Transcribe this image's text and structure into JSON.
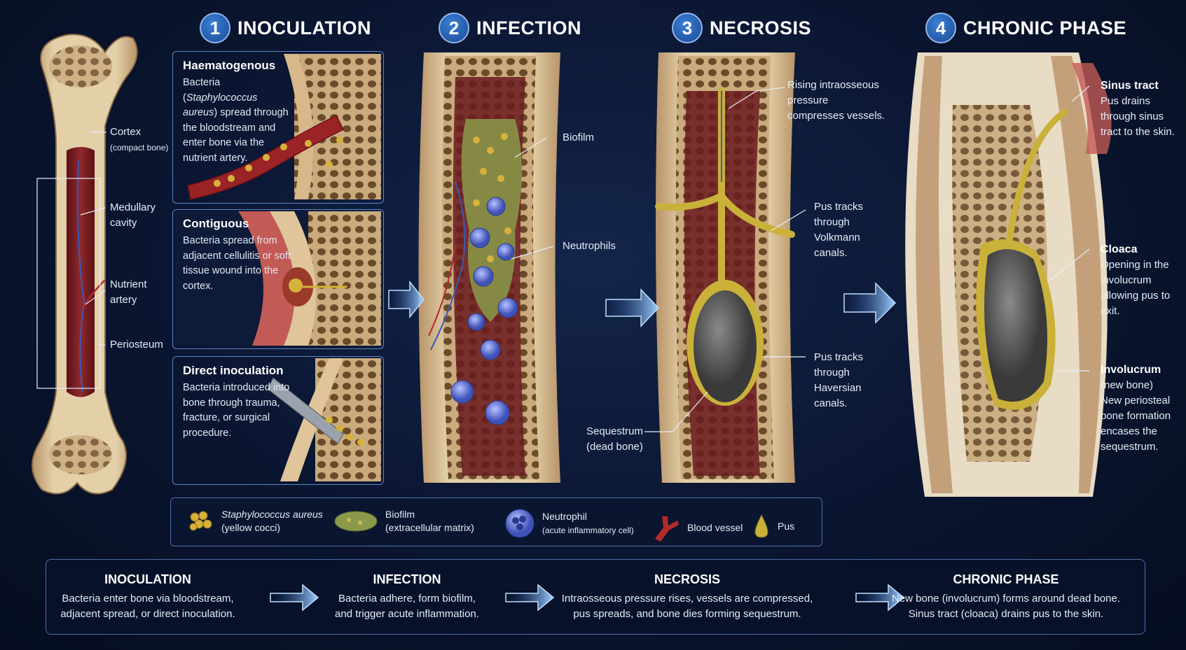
{
  "phases": [
    {
      "num": "1",
      "title": "INOCULATION"
    },
    {
      "num": "2",
      "title": "INFECTION"
    },
    {
      "num": "3",
      "title": "NECROSIS"
    },
    {
      "num": "4",
      "title": "CHRONIC PHASE"
    }
  ],
  "bone_labels": {
    "cortex": "Cortex",
    "cortex_sub": "(compact bone)",
    "medullary": "Medullary cavity",
    "nutrient": "Nutrient artery",
    "periosteum": "Periosteum"
  },
  "insets": [
    {
      "heading": "Haematogenous",
      "desc_prefix": "Bacteria (",
      "desc_italic": "Staphylococcus aureus",
      "desc_suffix": ") spread through the bloodstream and enter bone via the nutrient artery."
    },
    {
      "heading": "Contiguous",
      "desc": "Bacteria spread from adjacent cellulitis or soft tissue wound into the cortex."
    },
    {
      "heading": "Direct inoculation",
      "desc": "Bacteria introduced into bone through trauma, fracture, or surgical procedure."
    }
  ],
  "infection_labels": {
    "biofilm": "Biofilm",
    "neutrophils": "Neutrophils"
  },
  "necrosis_labels": {
    "pressure": "Rising intraosseous pressure compresses vessels.",
    "volkmann": "Pus tracks through Volkmann canals.",
    "haversian": "Pus tracks through Haversian canals.",
    "sequestrum": "Sequestrum (dead bone)"
  },
  "chronic_labels": {
    "sinus_title": "Sinus tract",
    "sinus_desc": "Pus drains through sinus tract to the skin.",
    "cloaca_title": "Cloaca",
    "cloaca_desc": "Opening in the involucrum allowing pus to exit.",
    "involucrum_title": "Involucrum",
    "involucrum_sub": "(new bone)",
    "involucrum_desc": "New periosteal bone formation encases the sequestrum."
  },
  "legend": [
    {
      "icon": "cocci-icon",
      "line1": "Staphylococcus aureus",
      "line2": "(yellow cocci)"
    },
    {
      "icon": "biofilm-icon",
      "line1": "Biofilm",
      "line2": "(extracellular matrix)"
    },
    {
      "icon": "neutrophil-icon",
      "line1": "Neutrophil",
      "line2": "(acute inflammatory cell)"
    },
    {
      "icon": "blood-vessel-icon",
      "line1": "Blood vessel",
      "line2": ""
    },
    {
      "icon": "pus-icon",
      "line1": "Pus",
      "line2": ""
    }
  ],
  "summary": [
    {
      "title": "INOCULATION",
      "line1": "Bacteria enter bone via bloodstream,",
      "line2": "adjacent spread, or direct inoculation."
    },
    {
      "title": "INFECTION",
      "line1": "Bacteria adhere, form biofilm,",
      "line2": "and trigger acute inflammation."
    },
    {
      "title": "NECROSIS",
      "line1": "Intraosseous pressure rises, vessels are compressed,",
      "line2": "pus spreads, and bone dies forming sequestrum."
    },
    {
      "title": "CHRONIC PHASE",
      "line1": "New bone (involucrum) forms around dead bone.",
      "line2": "Sinus tract (cloaca) drains pus to the skin."
    }
  ],
  "colors": {
    "bone": "#d9c19a",
    "marrow": "#7a1c22",
    "pus": "#c9b13a",
    "neutrophil": "#5a6fd0",
    "accent": "#3a7fd6"
  }
}
